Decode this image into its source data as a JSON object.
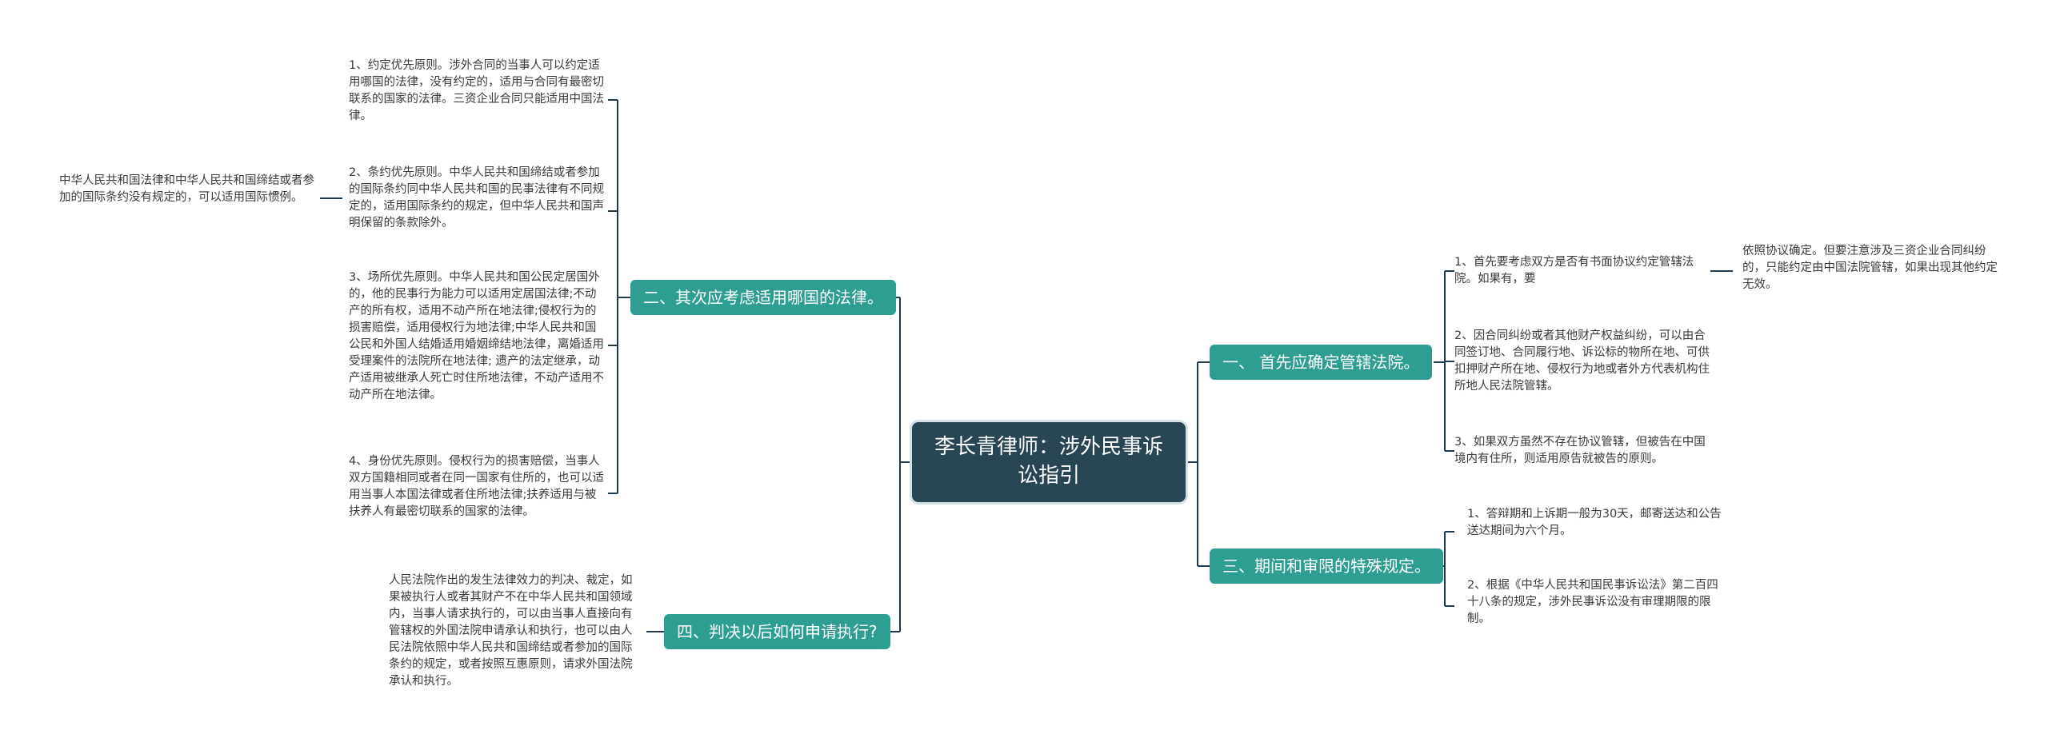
{
  "root": {
    "title": "李长青律师：涉外民事诉讼指引"
  },
  "branches": {
    "b1": {
      "label": "一、 首先应确定管辖法院。",
      "items": [
        "1、首先要考虑双方是否有书面协议约定管辖法院。如果有，要",
        "2、因合同纠纷或者其他财产权益纠纷，可以由合同签订地、合同履行地、诉讼标的物所在地、可供扣押财产所在地、侵权行为地或者外方代表机构住所地人民法院管辖。",
        "3、如果双方虽然不存在协议管辖，但被告在中国境内有住所，则适用原告就被告的原则。"
      ],
      "subnote": "依照协议确定。但要注意涉及三资企业合同纠纷的，只能约定由中国法院管辖，如果出现其他约定无效。"
    },
    "b2": {
      "label": "二、其次应考虑适用哪国的法律。",
      "items": [
        "1、约定优先原则。涉外合同的当事人可以约定适用哪国的法律，没有约定的，适用与合同有最密切联系的国家的法律。三资企业合同只能适用中国法律。",
        "2、条约优先原则。中华人民共和国缔结或者参加的国际条约同中华人民共和国的民事法律有不同规定的，适用国际条约的规定，但中华人民共和国声明保留的条款除外。",
        "3、场所优先原则。中华人民共和国公民定居国外的，他的民事行为能力可以适用定居国法律;不动产的所有权，适用不动产所在地法律;侵权行为的损害赔偿，适用侵权行为地法律;中华人民共和国公民和外国人结婚适用婚姻缔结地法律，离婚适用受理案件的法院所在地法律; 遗产的法定继承，动产适用被继承人死亡时住所地法律，不动产适用不动产所在地法律。",
        "4、身份优先原则。侵权行为的损害赔偿，当事人双方国籍相同或者在同一国家有住所的，也可以适用当事人本国法律或者住所地法律;扶养适用与被扶养人有最密切联系的国家的法律。"
      ],
      "subnote": "中华人民共和国法律和中华人民共和国缔结或者参加的国际条约没有规定的，可以适用国际惯例。"
    },
    "b3": {
      "label": "三、期间和审限的特殊规定。",
      "items": [
        "1、答辩期和上诉期一般为30天，邮寄送达和公告送达期间为六个月。",
        "2、根据《中华人民共和国民事诉讼法》第二百四十八条的规定，涉外民事诉讼没有审理期限的限制。"
      ]
    },
    "b4": {
      "label": "四、判决以后如何申请执行?",
      "items": [
        "人民法院作出的发生法律效力的判决、裁定，如果被执行人或者其财产不在中华人民共和国领域内，当事人请求执行的，可以由当事人直接向有管辖权的外国法院申请承认和执行，也可以由人民法院依照中华人民共和国缔结或者参加的国际条约的规定，或者按照互惠原则，请求外国法院承认和执行。"
      ]
    }
  }
}
